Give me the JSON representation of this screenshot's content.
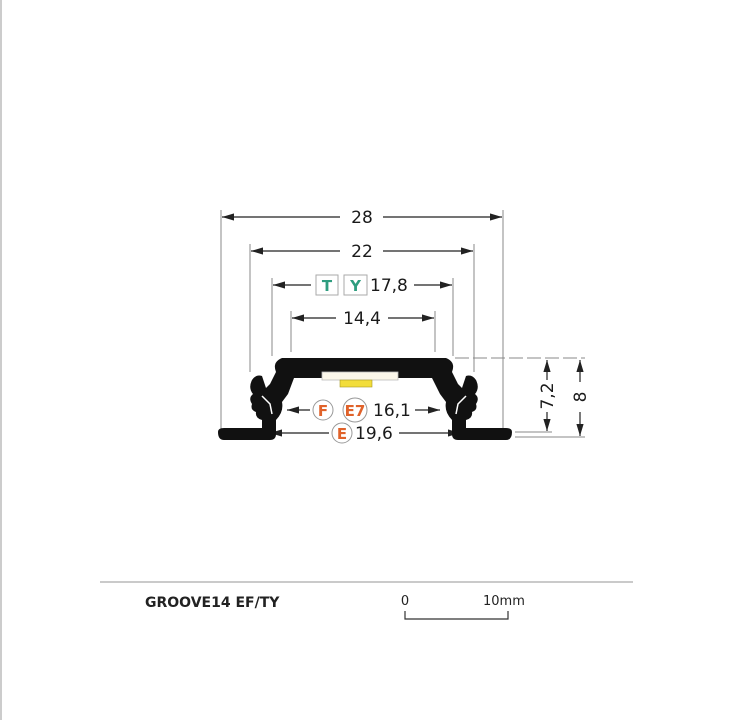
{
  "drawing": {
    "dimensions": {
      "overall_width": "28",
      "inner_width": "22",
      "ty_width": "17,8",
      "opening_width": "14,4",
      "fe7_width": "16,1",
      "e_width": "19,6",
      "inner_height": "7,2",
      "overall_height": "8"
    },
    "badges": {
      "t": "T",
      "y": "Y",
      "f": "F",
      "e7": "E7",
      "e": "E"
    },
    "colors": {
      "profile": "#111111",
      "teal_badge": "#2e9d7f",
      "orange_badge": "#e0622a",
      "led": "#f2dd3a"
    }
  },
  "footer": {
    "product_name": "GROOVE14 EF/TY",
    "scale_start": "0",
    "scale_end": "10mm"
  }
}
